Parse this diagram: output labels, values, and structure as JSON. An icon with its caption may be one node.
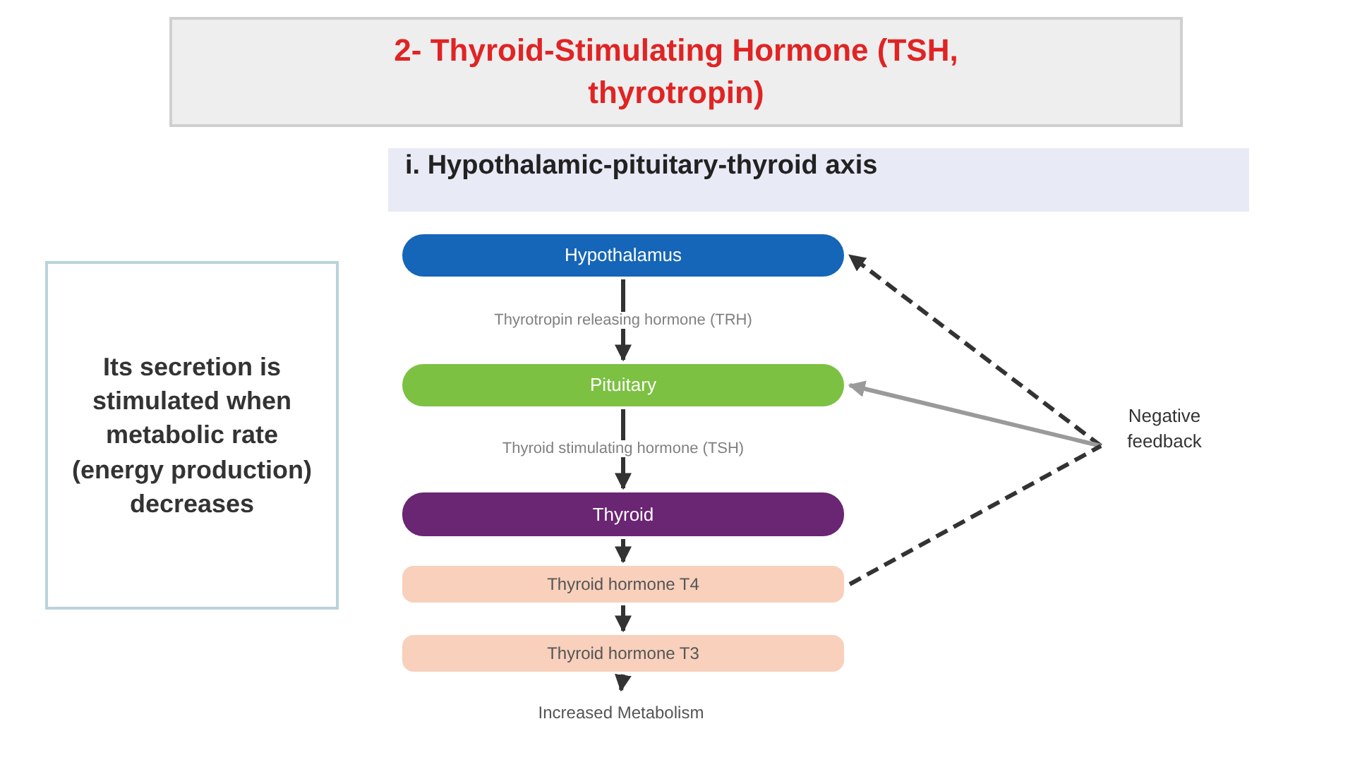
{
  "diagram": {
    "title": "2- Thyroid-Stimulating Hormone (TSH, thyrotropin)",
    "nodes": [
      {
        "text": [
          "i. Hypothalamic-pituitary-thyroid axis"
        ]
      },
      {
        "text": [
          "Its secretion is stimulated when metabolic rate (energy production) decreases"
        ]
      },
      {
        "text": [
          "Hypothalamus"
        ]
      },
      {
        "text": [
          "Pituitary"
        ]
      },
      {
        "text": [
          "Thyroid"
        ]
      },
      {
        "text": [
          "Thyroid hormone T4"
        ]
      },
      {
        "text": [
          "Thyroid hormone T3"
        ]
      },
      {
        "text": [
          "Increased Metabolism"
        ]
      },
      {
        "text": [
          "Negative feedback"
        ]
      }
    ],
    "edges": [
      {
        "from": 2,
        "to": 3,
        "arrow": "to",
        "label": "Thyrotropin releasing hormone (TRH)"
      },
      {
        "from": 3,
        "to": 4,
        "arrow": "to",
        "label": "Thyroid stimulating hormone (TSH)"
      },
      {
        "from": 4,
        "to": 5,
        "arrow": "to"
      },
      {
        "from": 5,
        "to": 6,
        "arrow": "to"
      },
      {
        "from": 6,
        "to": 7,
        "arrow": "to"
      },
      {
        "from": 8,
        "to": 2,
        "arrow": "to",
        "style": "dashed"
      },
      {
        "from": 8,
        "to": 3,
        "arrow": "to",
        "color": "#9a9a9a"
      },
      {
        "from": 5,
        "to": 8,
        "arrow": "none",
        "style": "dashed"
      }
    ]
  }
}
